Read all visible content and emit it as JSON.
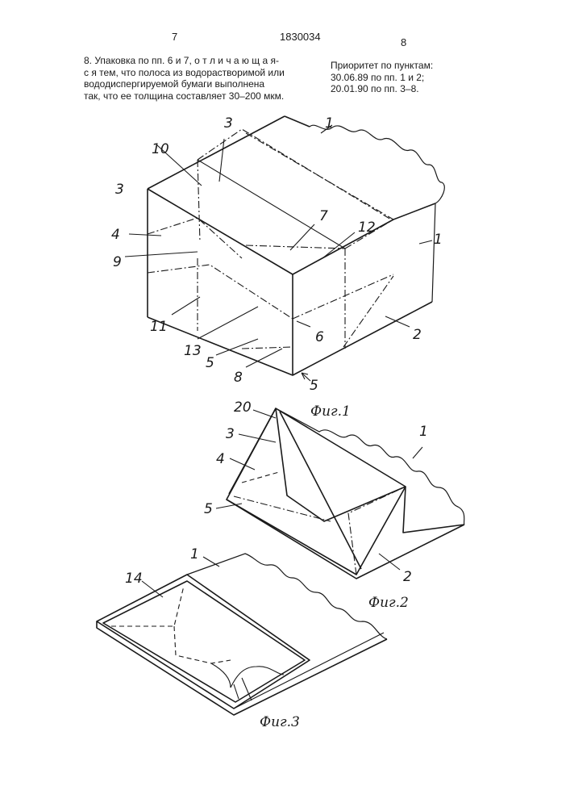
{
  "header": {
    "left_page": "7",
    "patent_number": "1830034",
    "right_page": "8"
  },
  "claim": {
    "lines": [
      "8. Упаковка по пп. 6 и 7, о т л и ч а ю щ а я-",
      "с я тем, что полоса из водорастворимой или",
      "вододиспергируемой бумаги выполнена",
      "так, что ее толщина составляет 30–200 мкм."
    ]
  },
  "priority": {
    "lines": [
      "Приоритет по пунктам:",
      "30.06.89 по пп. 1 и 2;",
      "20.01.90 по пп. 3–8."
    ]
  },
  "figures": {
    "fig1": {
      "caption": "Фиг.1",
      "labels": [
        "1",
        "3",
        "10",
        "3",
        "4",
        "7",
        "12",
        "1",
        "9",
        "11",
        "6",
        "2",
        "13",
        "5",
        "8",
        "5"
      ]
    },
    "fig2": {
      "caption": "Фиг.2",
      "labels": [
        "20",
        "3",
        "4",
        "1",
        "5",
        "2"
      ]
    },
    "fig3": {
      "caption": "Фиг.3",
      "labels": [
        "1",
        "14"
      ]
    }
  }
}
